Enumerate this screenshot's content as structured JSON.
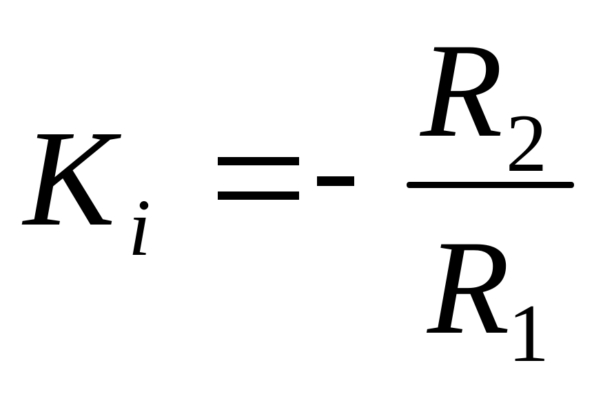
{
  "formula": {
    "lhs_variable": "K",
    "lhs_subscript": "i",
    "equals_sign": "=",
    "minus_sign": "-",
    "numerator_variable": "R",
    "numerator_subscript": "2",
    "denominator_variable": "R",
    "denominator_subscript": "1"
  },
  "colors": {
    "ink": "#000000",
    "background": "#ffffff"
  }
}
